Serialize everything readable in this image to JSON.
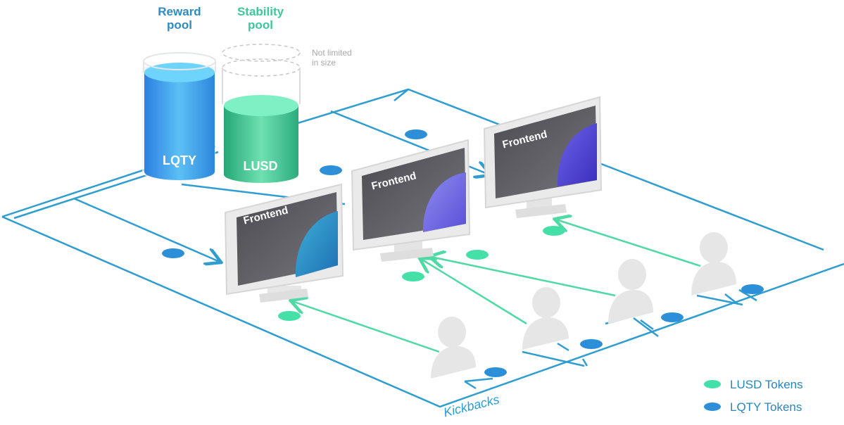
{
  "pools": {
    "reward": {
      "title": "Reward\npool",
      "token": "LQTY",
      "color": "#3a9be6"
    },
    "stability": {
      "title": "Stability\npool",
      "token": "LUSD",
      "color": "#39c48d",
      "note": "Not limited\nin size"
    }
  },
  "frontends": [
    {
      "label": "Frontend",
      "accent": "#2f7fc8"
    },
    {
      "label": "Frontend",
      "accent": "#6a5ee0"
    },
    {
      "label": "Frontend",
      "accent": "#4b3ac9"
    }
  ],
  "legend": [
    {
      "label": "LUSD Tokens",
      "color": "#44e0a8"
    },
    {
      "label": "LQTY Tokens",
      "color": "#2d8fd8"
    }
  ],
  "kickbacks_label": "Kickbacks",
  "colors": {
    "line": "#2f9dd0",
    "arrow": "#4fd9a4",
    "lqty_token": "#2d8fd8",
    "lusd_token": "#44e0a8"
  }
}
